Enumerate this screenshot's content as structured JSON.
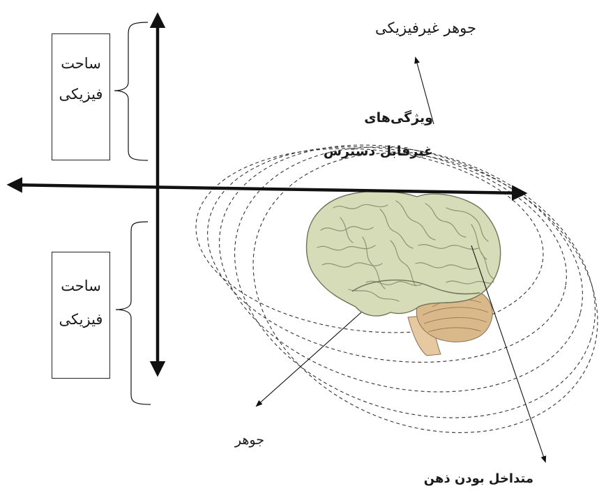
{
  "diagram": {
    "labels": {
      "nonphysical_substance": "جوهر     غیرفیزیکی",
      "inaccessible_properties_1": "ویژگی‌های",
      "inaccessible_properties_2": "غیرقابل دسترس",
      "substance": "جوهر",
      "mind_overlap": "متداخل بودن ذهن"
    },
    "upper_box": {
      "line1": "ساحت",
      "line2": "فیزیکی"
    },
    "lower_box": {
      "line1": "ساحت",
      "line2": "فیزیکی"
    },
    "colors": {
      "axis": "#111111",
      "ellipse_stroke": "#333333",
      "brain_fill": "#d6dcb8",
      "brain_fold": "#8d9271",
      "cerebellum_fill": "#d9b98a",
      "brainstem_fill": "#e6c9a0"
    },
    "icon": "brain-illustration"
  }
}
